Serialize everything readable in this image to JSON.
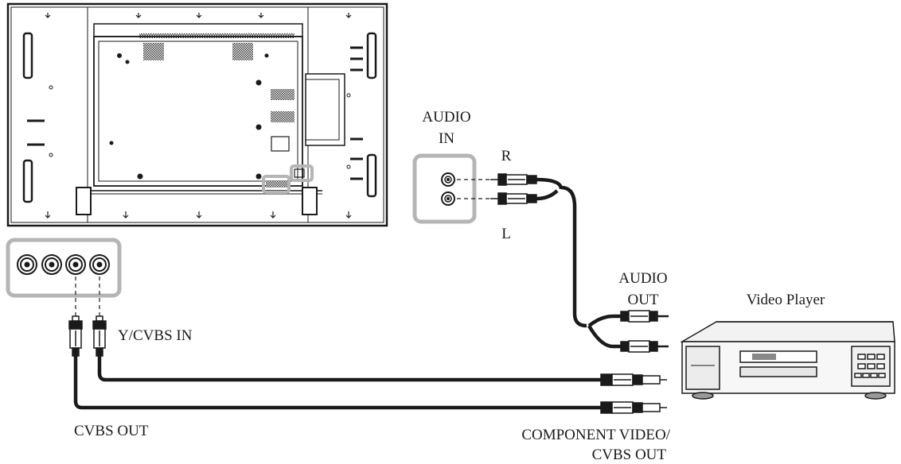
{
  "labels": {
    "audio_in_line1": "AUDIO",
    "audio_in_line2": "IN",
    "r": "R",
    "l": "L",
    "audio_out_line1": "AUDIO",
    "audio_out_line2": "OUT",
    "video_player": "Video Player",
    "y_cvbs_in": "Y/CVBS IN",
    "cvbs_out": "CVBS OUT",
    "component_line1": "COMPONENT VIDEO/",
    "component_line2": "CVBS OUT"
  },
  "colors": {
    "line": "#1a1a1a",
    "highlight": "#b5b5b5",
    "cable": "#1a1a1a",
    "device_fill": "#f2f2f2"
  }
}
